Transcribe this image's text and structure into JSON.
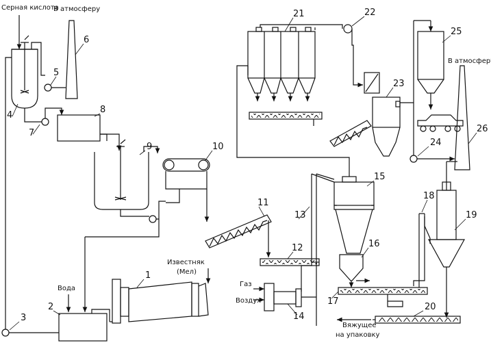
{
  "labels": {
    "sulfuric_acid": "Серная кислота",
    "to_atmosphere_top": "В атмосферу",
    "to_atmosphere_right": "В атмосферу",
    "water": "Вода",
    "limestone_line1": "Известняк",
    "limestone_line2": "(Мел)",
    "gas": "Газ",
    "air": "Воздух",
    "binder_line1": "Вяжущее",
    "binder_line2": "на упаковку"
  },
  "numbers": {
    "n1": "1",
    "n2": "2",
    "n3": "3",
    "n4": "4",
    "n5": "5",
    "n6": "6",
    "n7": "7",
    "n8": "8",
    "n9": "9",
    "n10": "10",
    "n11": "11",
    "n12": "12",
    "n13": "13",
    "n14": "14",
    "n15": "15",
    "n16": "16",
    "n17": "17",
    "n18": "18",
    "n19": "19",
    "n20": "20",
    "n21": "21",
    "n22": "22",
    "n23": "23",
    "n24": "24",
    "n25": "25",
    "n26": "26"
  },
  "colors": {
    "line": "#111111",
    "background": "#ffffff"
  }
}
